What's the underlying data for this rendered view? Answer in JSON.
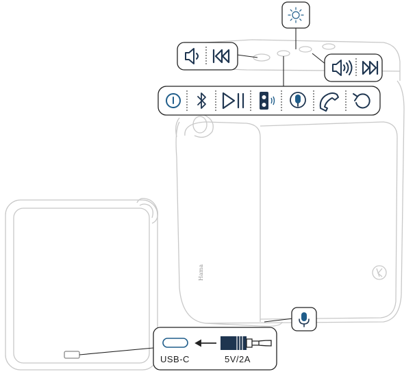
{
  "colors": {
    "outline": "#222222",
    "faint": "#c8c8c8",
    "faint_dark": "#a0a0a0",
    "icon_blue": "#1f5d8a",
    "icon_dark": "#1e3550",
    "box_fill": "#ffffff"
  },
  "device": {
    "brand": "Hama"
  },
  "top_button_strip": {
    "icons": [
      "power-icon",
      "bluetooth-icon",
      "play-pause-icon",
      "source-speaker-icon",
      "microphone-icon",
      "phone-icon",
      "reset-icon"
    ]
  },
  "callouts": {
    "volume_down_prev": {
      "icons": [
        "volume-down-icon",
        "previous-track-icon"
      ]
    },
    "volume_up_next": {
      "icons": [
        "volume-up-icon",
        "next-track-icon"
      ]
    },
    "light": {
      "icon": "light-icon"
    },
    "mic_bottom": {
      "icon": "microphone-icon"
    },
    "charging": {
      "port_label": "USB-C",
      "power_label": "5V/2A"
    }
  }
}
